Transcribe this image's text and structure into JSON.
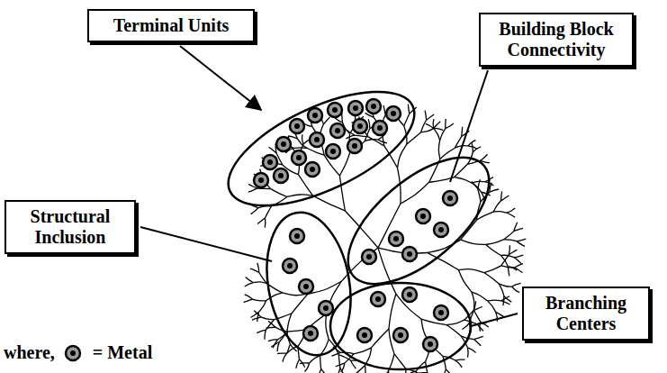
{
  "diagram": {
    "nodes": [
      {
        "text": [
          "Terminal Units"
        ]
      },
      {
        "text": [
          "Building Block Connectivity"
        ]
      },
      {
        "text": [
          "Structural Inclusion"
        ]
      },
      {
        "text": [
          "Branching Centers"
        ]
      }
    ],
    "labels": [
      "where,"
    ],
    "legend": [
      {
        "text": "= Metal"
      }
    ]
  }
}
